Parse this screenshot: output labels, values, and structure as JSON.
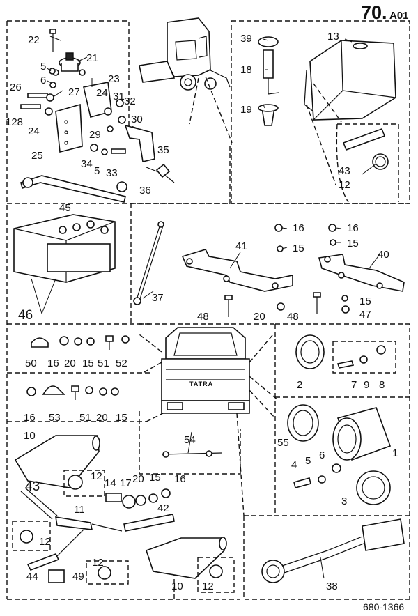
{
  "header": {
    "page_number": "70.",
    "page_suffix": "A01"
  },
  "footer": {
    "drawing_number": "680-1366"
  },
  "truck": {
    "grille_brand": "TATRA"
  },
  "callouts": {
    "c22": "22",
    "c21": "21",
    "c5a": "5",
    "c6a": "6",
    "c23": "23",
    "c26": "26",
    "c27": "27",
    "c24a": "24",
    "c31": "31",
    "c32": "32",
    "c128": "128",
    "c24b": "24",
    "c30": "30",
    "c29": "29",
    "c25": "25",
    "c34": "34",
    "c5b": "5",
    "c33": "33",
    "c35": "35",
    "c36": "36",
    "c45": "45",
    "c39": "39",
    "c13": "13",
    "c18": "18",
    "c19": "19",
    "c43a": "43",
    "c12a": "12",
    "c46": "46",
    "c37": "37",
    "c16a": "16",
    "c15a": "15",
    "c41": "41",
    "c48a": "48",
    "c20a": "20",
    "c48b": "48",
    "c16b": "16",
    "c15b": "15",
    "c40": "40",
    "c15c": "15",
    "c47": "47",
    "c50": "50",
    "c16c": "16",
    "c20b": "20",
    "c15d": "15",
    "c51a": "51",
    "c52": "52",
    "c16d": "16",
    "c53": "53",
    "c51b": "51",
    "c20c": "20",
    "c15e": "15",
    "c2": "2",
    "c7": "7",
    "c9": "9",
    "c8": "8",
    "c55": "55",
    "c1": "1",
    "c4": "4",
    "c5c": "5",
    "c6b": "6",
    "c3": "3",
    "c54": "54",
    "c10a": "10",
    "c43b": "43",
    "c12b": "12",
    "c14": "14",
    "c17": "17",
    "c20d": "20",
    "c15f": "15",
    "c16e": "16",
    "c11": "11",
    "c42": "42",
    "c12c": "12",
    "c12d": "12",
    "c44": "44",
    "c49": "49",
    "c10b": "10",
    "c12e": "12",
    "c38": "38"
  }
}
